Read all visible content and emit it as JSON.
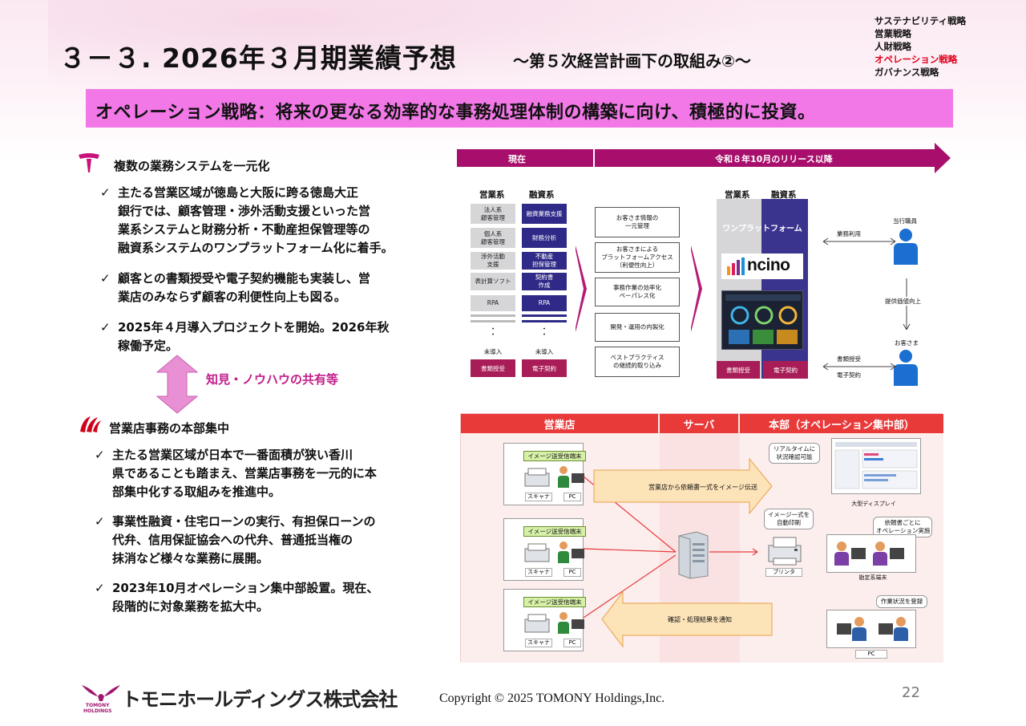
{
  "header": {
    "title": "３－３. 2026年３月期業績予想",
    "subtitle": "～第５次経営計画下の取組み②～",
    "strategies": [
      {
        "label": "サステナビリティ戦略",
        "active": false
      },
      {
        "label": "営業戦略",
        "active": false
      },
      {
        "label": "人財戦略",
        "active": false
      },
      {
        "label": "オペレーション戦略",
        "active": true
      },
      {
        "label": "ガバナンス戦略",
        "active": false
      }
    ],
    "banner": "オペレーション戦略：将来の更なる効率的な事務処理体制の構築に向け、積極的に投資。"
  },
  "section1": {
    "title": "複数の業務システムを一元化",
    "bullets": [
      [
        "主たる営業区域が徳島と大阪に跨る徳島大正",
        "銀行では、顧客管理・渉外活動支援といった営",
        "業系システムと財務分析・不動産担保管理等の",
        "融資系システムのワンプラットフォーム化に着手。"
      ],
      [
        "顧客との書類授受や電子契約機能も実装し、営",
        "業店のみならず顧客の利便性向上も図る。"
      ],
      [
        "2025年４月導入プロジェクトを開始。2026年秋",
        "稼働予定。"
      ]
    ]
  },
  "share_label": "知見・ノウハウの共有等",
  "section2": {
    "title": "営業店事務の本部集中",
    "bullets": [
      [
        "主たる営業区域が日本で一番面積が狭い香川",
        "県であることも踏まえ、営業店事務を一元的に本",
        "部集中化する取組みを推進中。"
      ],
      [
        "事業性融資・住宅ローンの実行、有担保ローンの",
        "代弁、信用保証協会への代弁、普通抵当権の",
        "抹消など様々な業務に展開。"
      ],
      [
        "2023年10月オペレーション集中部設置。現在、",
        "段階的に対象業務を拡大中。"
      ]
    ]
  },
  "diagram1": {
    "timeline_now": "現在",
    "timeline_future": "令和８年10月のリリース以降",
    "col_sales": "営業系",
    "col_loan": "融資系",
    "sales_cells": [
      "法人系\n顧客管理",
      "個人系\n顧客管理",
      "渉外活動\n支援",
      "表計算ソフト",
      "RPA"
    ],
    "loan_cells": [
      "融資業務支援",
      "財務分析",
      "不動産\n担保管理",
      "契約書\n作成",
      "RPA"
    ],
    "not_introduced": "未導入",
    "doc_exchange": "書類授受",
    "e_contract": "電子契約",
    "mid_boxes": [
      "お客さま情報の\n一元管理",
      "お客さまによる\nプラットフォームアクセス\n（利便性向上）",
      "事務作業の効率化\nペーパレス化",
      "開発・運用の内製化",
      "ベストプラクティス\nの継続的取り込み"
    ],
    "right_col_sales": "営業系",
    "right_col_loan": "融資系",
    "platform": "ワンプラットフォーム",
    "ncino": "ncino",
    "staff": "当行職員",
    "business_use": "業務利用",
    "value_up": "提供価値向上",
    "customer": "お客さま",
    "doc_exchange2": "書類授受",
    "e_contract2": "電子契約"
  },
  "diagram2": {
    "hdr_branch": "営業店",
    "hdr_server": "サーバ",
    "hdr_hq": "本部（オペレーション集中部）",
    "terminal_label": "イメージ送受信端末",
    "scanner": "スキャナ",
    "pc": "PC",
    "arrow_send": "営業店から依頼書一式をイメージ伝送",
    "arrow_return": "確認・処理結果を通知",
    "bubble_realtime": "リアルタイムに\n状況確認可能",
    "big_display": "大型ディスプレイ",
    "bubble_print": "イメージ一式を\n自動印刷",
    "printer": "プリンタ",
    "bubble_ops": "依頼書ごとに\nオペレーション実施",
    "terminal_fixed": "勘定系端末",
    "bubble_register": "作業状況を登録",
    "pc2": "PC"
  },
  "footer": {
    "company": "トモニホールディングス株式会社",
    "logo_small": "TOMONY\nHOLDINGS",
    "copyright": "Copyright © 2025 TOMONY Holdings,Inc.",
    "page": "22"
  },
  "colors": {
    "banner": "#f178e6",
    "timeline": "#a80f6c",
    "loan_purple": "#2f2a88",
    "accent_red": "#e0001b",
    "diagram2_header": "#e93a3a"
  }
}
